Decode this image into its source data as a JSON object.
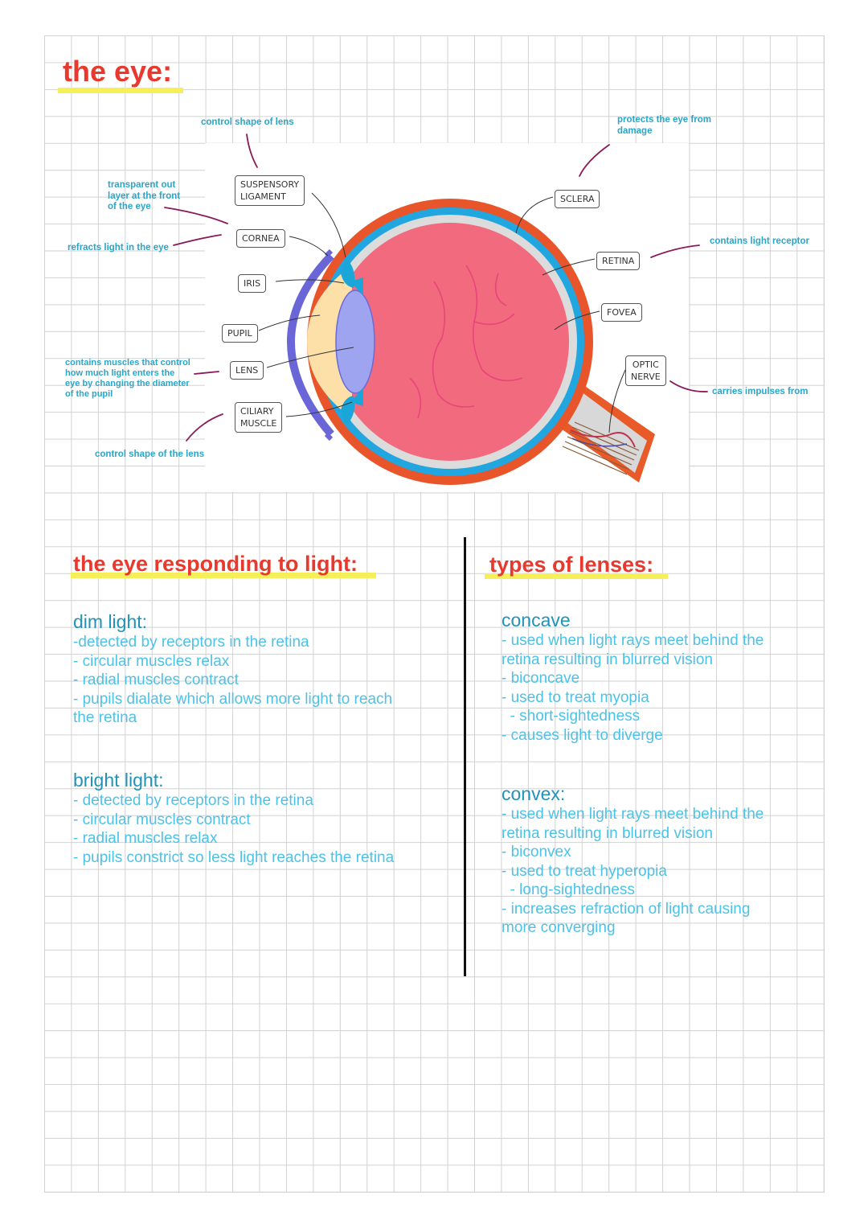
{
  "page": {
    "title": "the eye:",
    "colors": {
      "title": "#e8392f",
      "highlight": "#f6ef5a",
      "annotation": "#2aa6c9",
      "body": "#4dc2e6",
      "heading": "#2193b8"
    }
  },
  "diagram": {
    "labels": {
      "suspensory_line1": "SUSPENSORY",
      "suspensory_line2": "LIGAMENT",
      "cornea": "CORNEA",
      "iris": "IRIS",
      "pupil": "PUPIL",
      "lens": "LENS",
      "ciliary_line1": "CILIARY",
      "ciliary_line2": "MUSCLE",
      "sclera": "SCLERA",
      "retina": "RETINA",
      "fovea": "FOVEA",
      "optic_line1": "OPTIC",
      "optic_line2": "NERVE"
    },
    "annotations": {
      "suspensory": "control shape of lens",
      "cornea_line1": "transparent out",
      "cornea_line2": "layer at the front",
      "cornea_line3": "of the eye",
      "refracts": "refracts light in the eye",
      "iris_line1": "contains muscles that control",
      "iris_line2": "how much light enters the",
      "iris_line3": "eye by changing the diameter",
      "iris_line4": "of the pupil",
      "ciliary": "control shape of the lens",
      "sclera_line1": "protects the eye from",
      "sclera_line2": "damage",
      "retina": "contains light receptor",
      "optic": "carries impulses from"
    }
  },
  "responding": {
    "title": "the eye responding to light:",
    "dim": {
      "heading": "dim light:",
      "lines": [
        "-detected by receptors in the retina",
        "- circular muscles relax",
        "- radial muscles contract",
        "- pupils dialate which allows more light to reach",
        "the retina"
      ]
    },
    "bright": {
      "heading": "bright light:",
      "lines": [
        "- detected by receptors in the retina",
        "- circular muscles contract",
        "- radial muscles relax",
        "- pupils constrict so less light reaches the retina"
      ]
    }
  },
  "lenses": {
    "title": "types of lenses:",
    "concave": {
      "heading": "concave",
      "lines": [
        "- used when light rays meet behind the",
        "retina resulting in blurred vision",
        "- biconcave",
        "- used to treat myopia",
        "  - short-sightedness",
        "- causes light to diverge"
      ]
    },
    "convex": {
      "heading": "convex:",
      "lines": [
        "- used when light rays meet behind the",
        "retina resulting in blurred vision",
        "- biconvex",
        "- used to treat hyperopia",
        "  - long-sightedness",
        "- increases refraction of light causing",
        "more converging"
      ]
    }
  }
}
